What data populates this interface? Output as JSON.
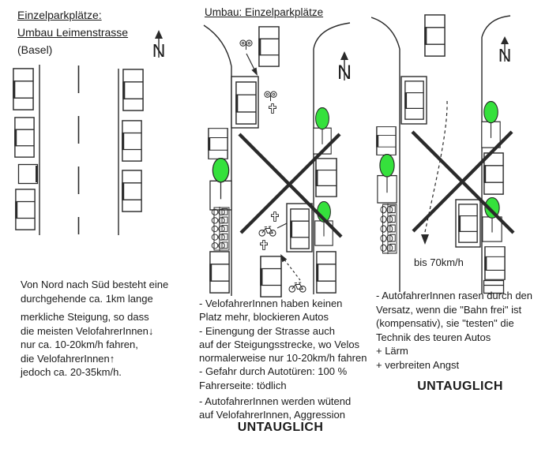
{
  "colors": {
    "tree_green": "#35e13c",
    "ink": "#2a2a2a"
  },
  "header": {
    "line1": "Einzelparkplätze:",
    "line2": "Umbau Leimenstrasse",
    "line3": "(Basel)"
  },
  "compass": {
    "label": "N"
  },
  "icons": {
    "north-arrow": "compass north arrow",
    "car": "parked car (top view)",
    "tree": "street tree in planting pit",
    "bike-rack": "bicycle parking rack",
    "bicycle": "bicycle (side view)",
    "bike-top": "bicycle (top view)",
    "plus-marker": "conflict point marker",
    "cross-out": "rejected design cross",
    "speed-arrow": "car trajectory arrow"
  },
  "left_panel": {
    "description": [
      "Von Nord nach Süd besteht eine",
      "durchgehende ca. 1km lange",
      "merkliche Steigung, so dass",
      "die meisten VelofahrerInnen↓",
      "nur ca. 10-20km/h fahren,",
      "die VelofahrerInnen↑",
      "jedoch ca. 20-35km/h."
    ]
  },
  "middle_panel": {
    "title": "Umbau: Einzelparkplätze",
    "notes": [
      "- VelofahrerInnen haben keinen",
      "Platz mehr, blockieren Autos",
      "- Einengung der Strasse auch",
      "auf der Steigungsstrecke, wo Velos",
      "normalerweise nur 10-20km/h fahren",
      "- Gefahr durch Autotüren: 100 %",
      "Fahrerseite: tödlich",
      "- AutofahrerInnen werden wütend",
      "auf VelofahrerInnen, Aggression"
    ],
    "verdict": "UNTAUGLICH"
  },
  "right_panel": {
    "speed_label": "bis 70km/h",
    "notes": [
      "- AutofahrerInnen rasen durch den",
      "Versatz, wenn die \"Bahn frei\" ist",
      "(kompensativ), sie \"testen\" die",
      "Technik des teuren Autos",
      "+ Lärm",
      "+ verbreiten Angst"
    ],
    "verdict": "UNTAUGLICH"
  }
}
